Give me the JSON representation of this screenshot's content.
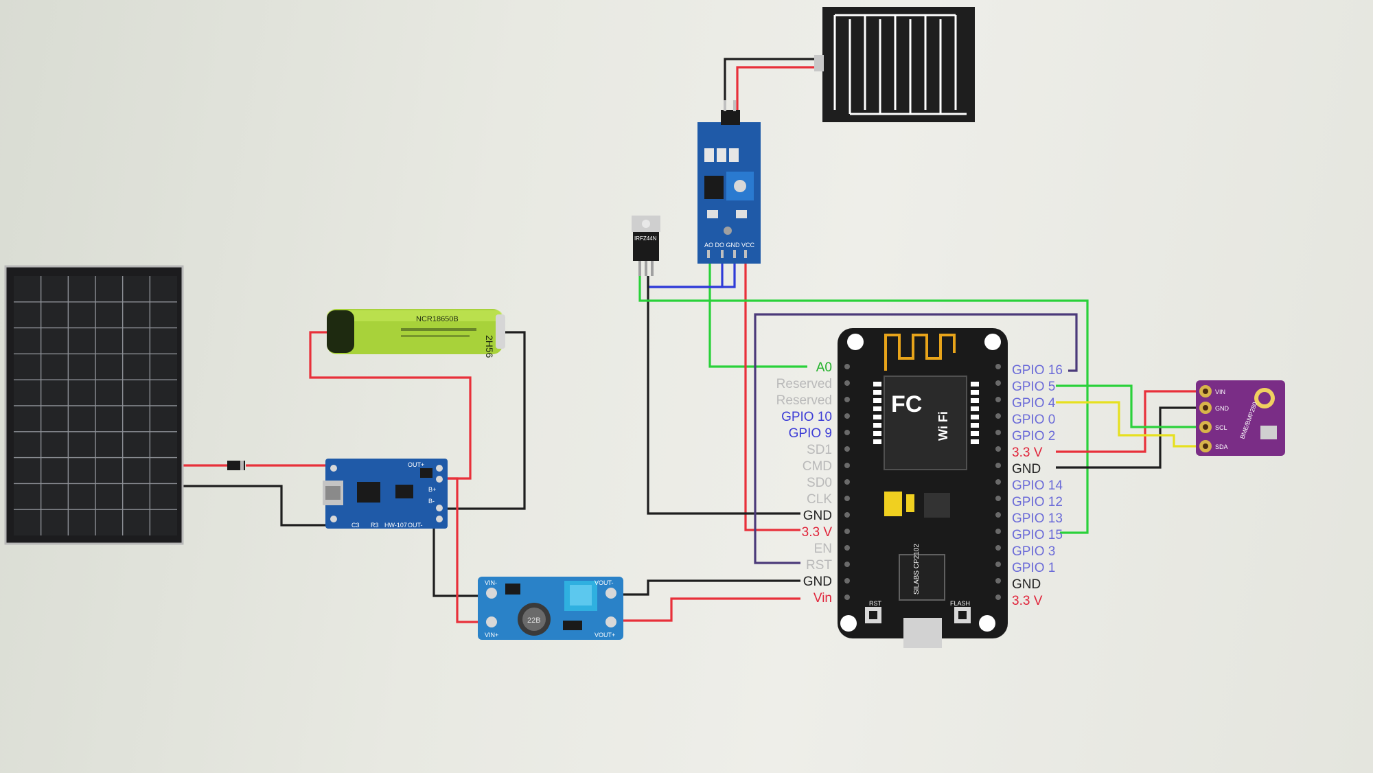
{
  "colors": {
    "red": "#e8303a",
    "black": "#1e1e1e",
    "green": "#2ad13a",
    "blue": "#2f3bd8",
    "purple": "#4b3a7a",
    "yellow": "#e6e020",
    "board_black": "#1a1a1a",
    "pcb_blue": "#1f5aa8",
    "sensor_purple": "#7a2d86",
    "battery_green": "#a8d23a"
  },
  "battery": {
    "text": "NCR18650B",
    "code": "2H56"
  },
  "charger": {
    "out_plus": "OUT+",
    "b_plus": "B+",
    "b_minus": "B-",
    "out_minus": "OUT-",
    "model": "HW-107",
    "c3": "C3",
    "r3": "R3"
  },
  "booster": {
    "vin_minus": "VIN-",
    "vin_plus": "VIN+",
    "vout_minus": "VOUT-",
    "vout_plus": "VOUT+",
    "inductor": "22B"
  },
  "mosfet": {
    "label": "IRFZ44N"
  },
  "rain_module": {
    "pins": "AO DO GND VCC"
  },
  "nodemcu": {
    "left_pins": [
      {
        "label": "A0",
        "tone": "green"
      },
      {
        "label": "Reserved",
        "tone": "grey"
      },
      {
        "label": "Reserved",
        "tone": "grey"
      },
      {
        "label": "GPIO 10",
        "tone": "blue"
      },
      {
        "label": "GPIO 9",
        "tone": "blue"
      },
      {
        "label": "SD1",
        "tone": "grey"
      },
      {
        "label": "CMD",
        "tone": "grey"
      },
      {
        "label": "SD0",
        "tone": "grey"
      },
      {
        "label": "CLK",
        "tone": "grey"
      },
      {
        "label": "GND",
        "tone": "dark"
      },
      {
        "label": "3.3 V",
        "tone": "red"
      },
      {
        "label": "EN",
        "tone": "grey"
      },
      {
        "label": "RST",
        "tone": "grey"
      },
      {
        "label": "GND",
        "tone": "dark"
      },
      {
        "label": "Vin",
        "tone": "red"
      }
    ],
    "right_pins": [
      {
        "label": "GPIO 16",
        "tone": "purple"
      },
      {
        "label": "GPIO 5",
        "tone": "purple"
      },
      {
        "label": "GPIO 4",
        "tone": "purple"
      },
      {
        "label": "GPIO 0",
        "tone": "purple"
      },
      {
        "label": "GPIO 2",
        "tone": "purple"
      },
      {
        "label": "3.3 V",
        "tone": "red"
      },
      {
        "label": "GND",
        "tone": "dark"
      },
      {
        "label": "GPIO 14",
        "tone": "purple"
      },
      {
        "label": "GPIO 12",
        "tone": "purple"
      },
      {
        "label": "GPIO 13",
        "tone": "purple"
      },
      {
        "label": "GPIO 15",
        "tone": "purple"
      },
      {
        "label": "GPIO 3",
        "tone": "purple"
      },
      {
        "label": "GPIO 1",
        "tone": "purple"
      },
      {
        "label": "GND",
        "tone": "dark"
      },
      {
        "label": "3.3 V",
        "tone": "red"
      }
    ],
    "wifi": "Wi Fi",
    "fc": "FC",
    "chip": "SILABS CP2102",
    "rst_btn": "RST",
    "flash_btn": "FLASH"
  },
  "bme": {
    "name": "BME/BMP280",
    "pins": [
      "VIN",
      "GND",
      "SCL",
      "SDA"
    ]
  }
}
